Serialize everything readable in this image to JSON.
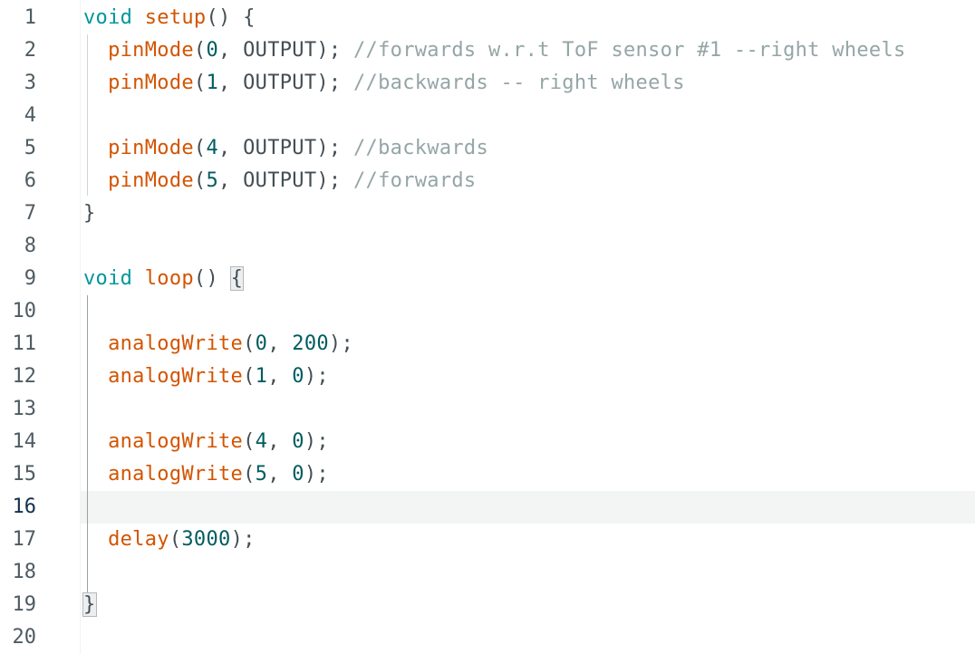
{
  "editor": {
    "active_line": 16,
    "line_numbers": [
      "1",
      "2",
      "3",
      "4",
      "5",
      "6",
      "7",
      "8",
      "9",
      "10",
      "11",
      "12",
      "13",
      "14",
      "15",
      "16",
      "17",
      "18",
      "19",
      "20"
    ],
    "lines": [
      {
        "n": 1,
        "tokens": [
          [
            "kw",
            "void"
          ],
          [
            "pn",
            " "
          ],
          [
            "fn",
            "setup"
          ],
          [
            "pn",
            "() {"
          ]
        ]
      },
      {
        "n": 2,
        "tokens": [
          [
            "pn",
            "  "
          ],
          [
            "fn",
            "pinMode"
          ],
          [
            "pn",
            "("
          ],
          [
            "num",
            "0"
          ],
          [
            "pn",
            ", OUTPUT); "
          ],
          [
            "cm",
            "//forwards w.r.t ToF sensor #1 --right wheels"
          ]
        ]
      },
      {
        "n": 3,
        "tokens": [
          [
            "pn",
            "  "
          ],
          [
            "fn",
            "pinMode"
          ],
          [
            "pn",
            "("
          ],
          [
            "num",
            "1"
          ],
          [
            "pn",
            ", OUTPUT); "
          ],
          [
            "cm",
            "//backwards -- right wheels"
          ]
        ]
      },
      {
        "n": 4,
        "tokens": []
      },
      {
        "n": 5,
        "tokens": [
          [
            "pn",
            "  "
          ],
          [
            "fn",
            "pinMode"
          ],
          [
            "pn",
            "("
          ],
          [
            "num",
            "4"
          ],
          [
            "pn",
            ", OUTPUT); "
          ],
          [
            "cm",
            "//backwards"
          ]
        ]
      },
      {
        "n": 6,
        "tokens": [
          [
            "pn",
            "  "
          ],
          [
            "fn",
            "pinMode"
          ],
          [
            "pn",
            "("
          ],
          [
            "num",
            "5"
          ],
          [
            "pn",
            ", OUTPUT); "
          ],
          [
            "cm",
            "//forwards"
          ]
        ]
      },
      {
        "n": 7,
        "tokens": [
          [
            "pn",
            "}"
          ]
        ]
      },
      {
        "n": 8,
        "tokens": []
      },
      {
        "n": 9,
        "tokens": [
          [
            "kw",
            "void"
          ],
          [
            "pn",
            " "
          ],
          [
            "fn",
            "loop"
          ],
          [
            "pn",
            "() "
          ],
          [
            "bm",
            "{"
          ]
        ]
      },
      {
        "n": 10,
        "tokens": []
      },
      {
        "n": 11,
        "tokens": [
          [
            "pn",
            "  "
          ],
          [
            "fn",
            "analogWrite"
          ],
          [
            "pn",
            "("
          ],
          [
            "num",
            "0"
          ],
          [
            "pn",
            ", "
          ],
          [
            "num",
            "200"
          ],
          [
            "pn",
            ");"
          ]
        ]
      },
      {
        "n": 12,
        "tokens": [
          [
            "pn",
            "  "
          ],
          [
            "fn",
            "analogWrite"
          ],
          [
            "pn",
            "("
          ],
          [
            "num",
            "1"
          ],
          [
            "pn",
            ", "
          ],
          [
            "num",
            "0"
          ],
          [
            "pn",
            ");"
          ]
        ]
      },
      {
        "n": 13,
        "tokens": []
      },
      {
        "n": 14,
        "tokens": [
          [
            "pn",
            "  "
          ],
          [
            "fn",
            "analogWrite"
          ],
          [
            "pn",
            "("
          ],
          [
            "num",
            "4"
          ],
          [
            "pn",
            ", "
          ],
          [
            "num",
            "0"
          ],
          [
            "pn",
            ");"
          ]
        ]
      },
      {
        "n": 15,
        "tokens": [
          [
            "pn",
            "  "
          ],
          [
            "fn",
            "analogWrite"
          ],
          [
            "pn",
            "("
          ],
          [
            "num",
            "5"
          ],
          [
            "pn",
            ", "
          ],
          [
            "num",
            "0"
          ],
          [
            "pn",
            ");"
          ]
        ]
      },
      {
        "n": 16,
        "tokens": []
      },
      {
        "n": 17,
        "tokens": [
          [
            "pn",
            "  "
          ],
          [
            "fn",
            "delay"
          ],
          [
            "pn",
            "("
          ],
          [
            "num",
            "3000"
          ],
          [
            "pn",
            ");"
          ]
        ]
      },
      {
        "n": 18,
        "tokens": []
      },
      {
        "n": 19,
        "tokens": [
          [
            "bm",
            "}"
          ]
        ]
      },
      {
        "n": 20,
        "tokens": []
      }
    ]
  },
  "colors": {
    "keyword": "#00979d",
    "function": "#d35400",
    "number": "#005c5f",
    "comment": "#95a5a6",
    "text": "#434f54",
    "current_line_bg": "#f3f4f4"
  }
}
